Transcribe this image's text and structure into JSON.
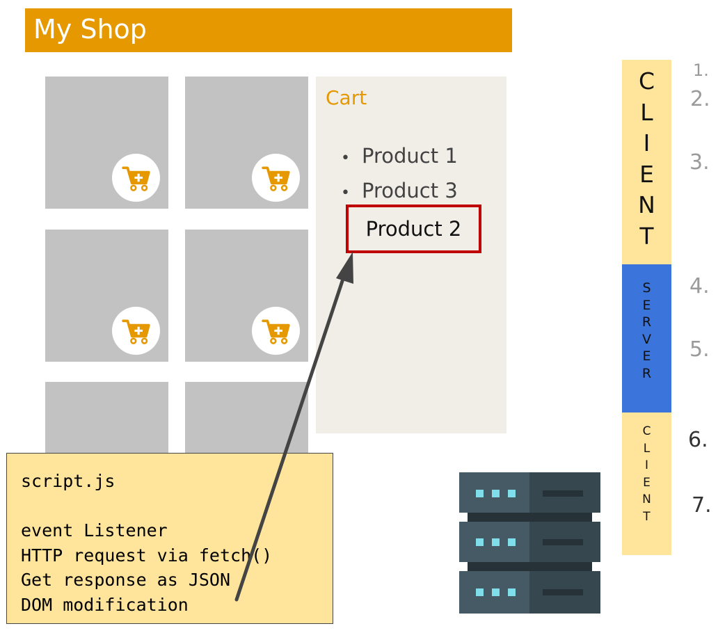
{
  "header": {
    "title": "My Shop"
  },
  "cart": {
    "title": "Cart",
    "items": [
      "Product 1",
      "Product 3"
    ],
    "highlighted_item": "Product 2"
  },
  "script_box": {
    "lines": [
      "script.js",
      "",
      "event Listener",
      "HTTP request via fetch()",
      "Get response as JSON",
      "DOM modification"
    ]
  },
  "side_bar": {
    "client_top": [
      "C",
      "L",
      "I",
      "E",
      "N",
      "T"
    ],
    "server": [
      "S",
      "E",
      "R",
      "V",
      "E",
      "R"
    ],
    "client_bottom": [
      "C",
      "L",
      "I",
      "E",
      "N",
      "T"
    ]
  },
  "steps": [
    "1.",
    "2.",
    "3.",
    "4.",
    "5.",
    "6.",
    "7."
  ],
  "colors": {
    "header": "#E69800",
    "tile": "#C2C2C2",
    "cart_panel": "#F1EEE8",
    "highlight_border": "#C00000",
    "client": "#FFE49C",
    "server": "#3B74DB",
    "server_icon_dark": "#37474F",
    "server_icon_light": "#455A64",
    "server_led": "#80DEEA"
  },
  "icons": [
    "add-to-cart-icon",
    "server-icon",
    "arrow"
  ]
}
